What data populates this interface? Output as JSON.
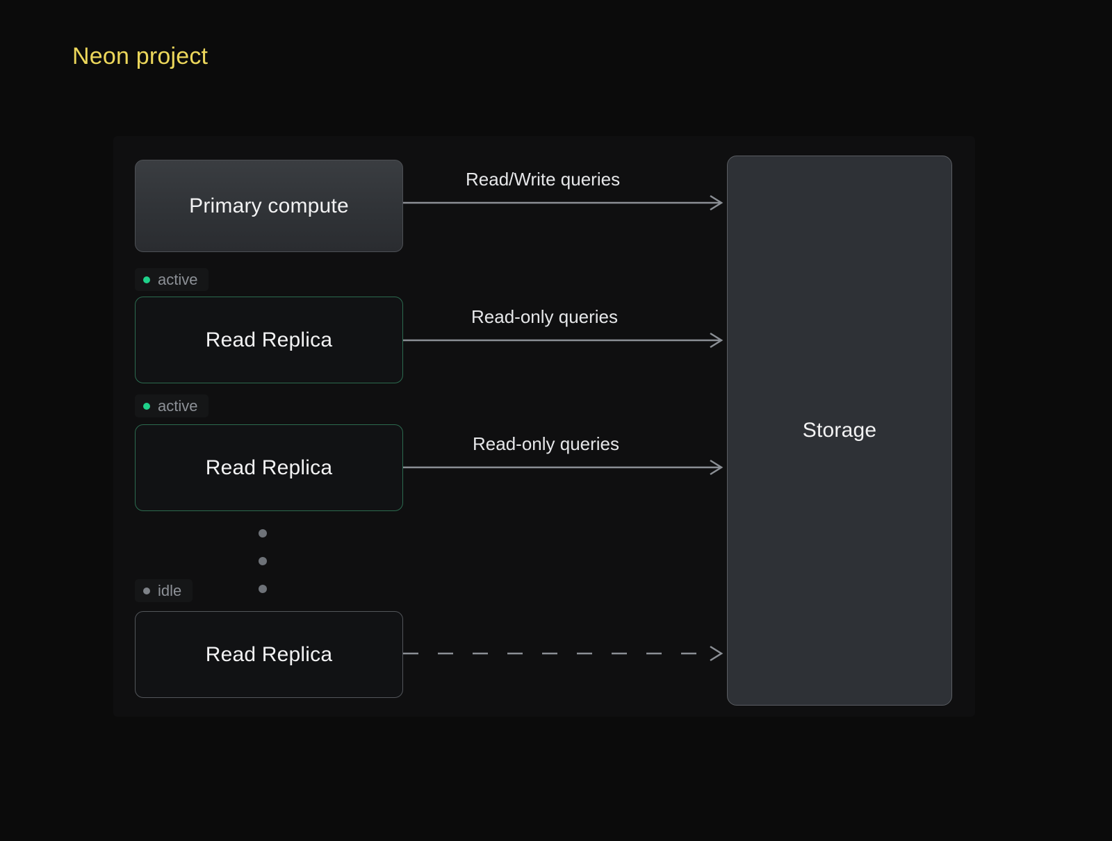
{
  "diagram": {
    "title": "Neon project",
    "accent_color": "#d9bf4b",
    "title_color": "#ecd75b",
    "background_color": "#0b0b0b"
  },
  "nodes": {
    "primary": {
      "label": "Primary compute"
    },
    "replica_1": {
      "label": "Read Replica",
      "status": "active",
      "status_color": "#1fd18a"
    },
    "replica_2": {
      "label": "Read Replica",
      "status": "active",
      "status_color": "#1fd18a"
    },
    "replica_idle": {
      "label": "Read Replica",
      "status": "idle",
      "status_color": "#7e8288"
    },
    "storage": {
      "label": "Storage"
    }
  },
  "edges": [
    {
      "id": "rw",
      "label": "Read/Write queries",
      "from": "primary",
      "to": "storage",
      "style": "solid"
    },
    {
      "id": "ro-1",
      "label": "Read-only queries",
      "from": "replica_1",
      "to": "storage",
      "style": "solid"
    },
    {
      "id": "ro-2",
      "label": "Read-only queries",
      "from": "replica_2",
      "to": "storage",
      "style": "solid"
    },
    {
      "id": "idle",
      "label": "",
      "from": "replica_idle",
      "to": "storage",
      "style": "dashed"
    }
  ]
}
